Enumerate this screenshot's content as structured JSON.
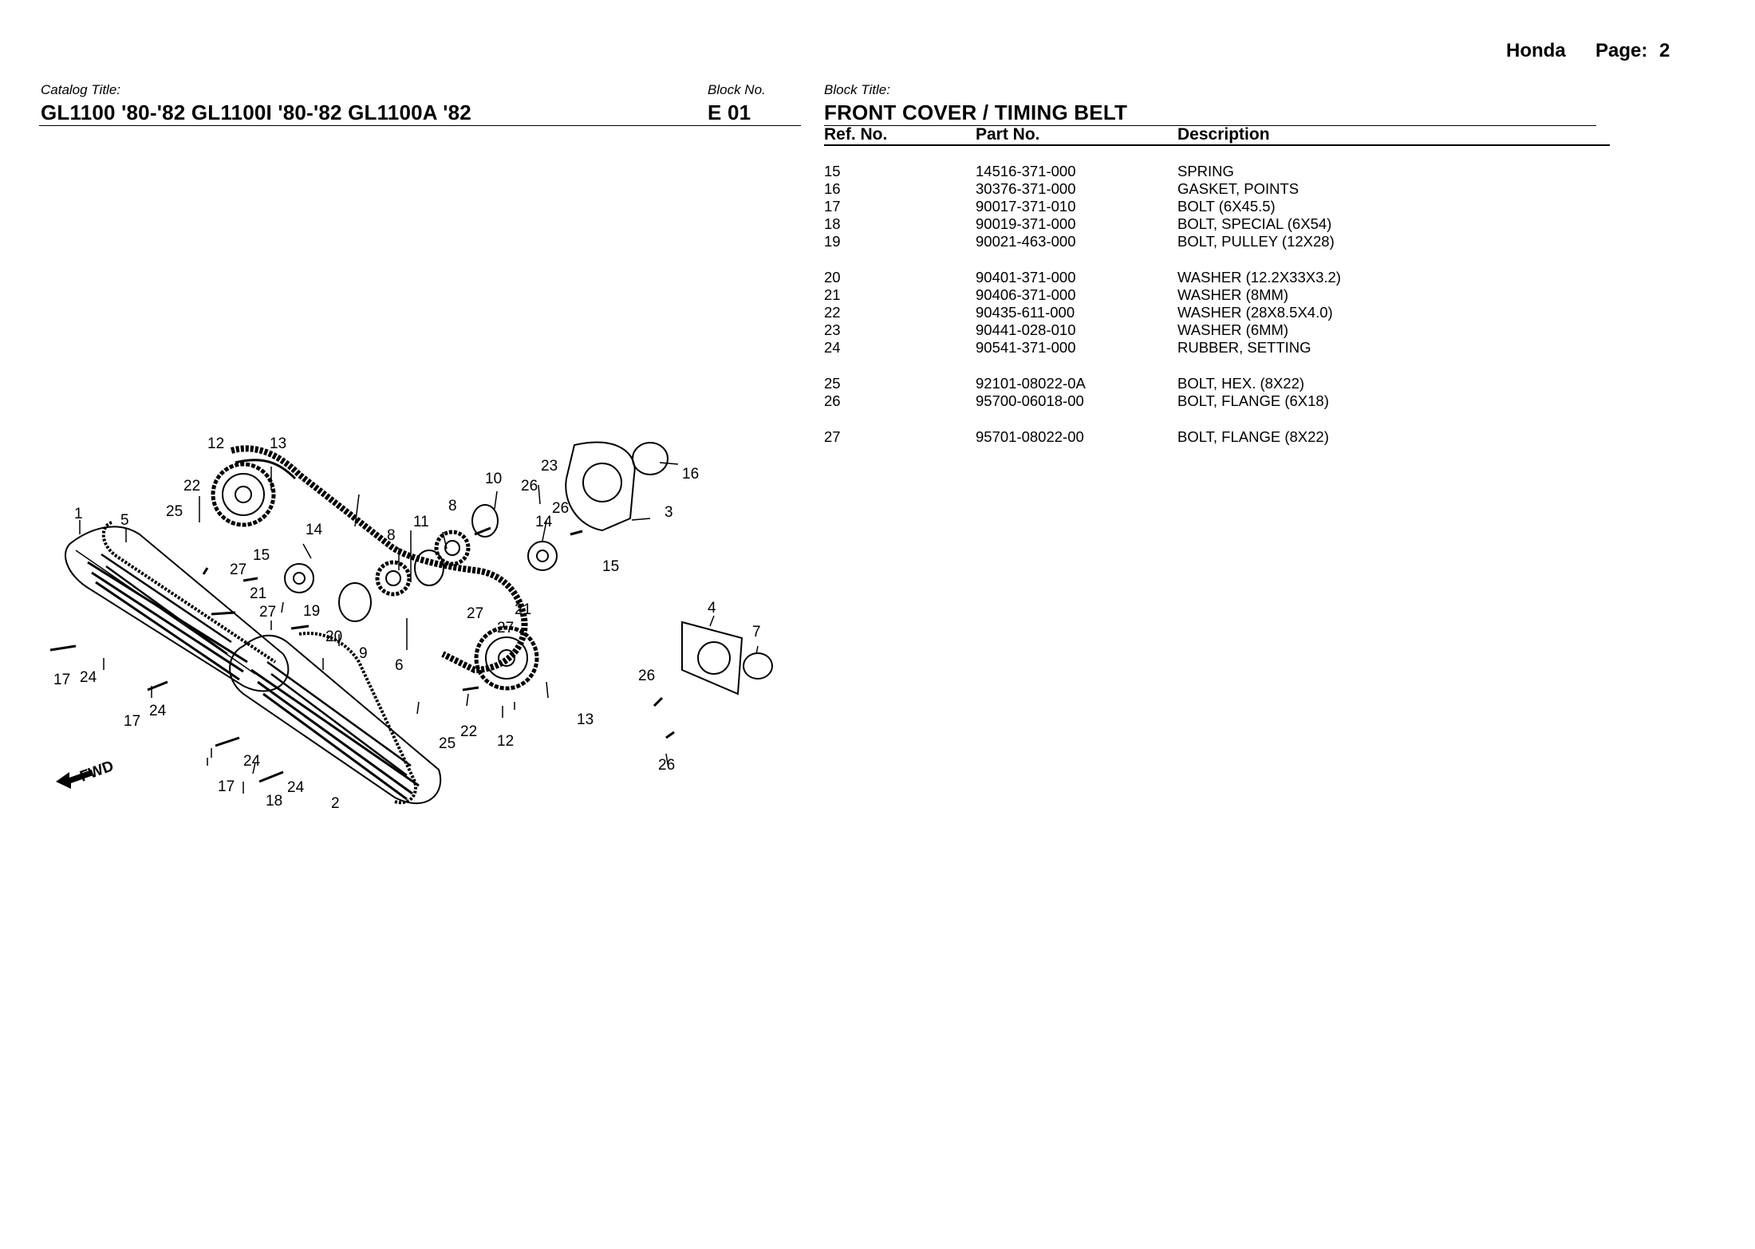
{
  "header": {
    "brand": "Honda",
    "page_label": "Page:",
    "page_number": "2"
  },
  "catalog": {
    "caption": "Catalog Title:",
    "title": "GL1100 '80-'82 GL1100I '80-'82 GL1100A '82"
  },
  "block_no": {
    "caption": "Block No.",
    "value": "E 01"
  },
  "block_title": {
    "caption": "Block Title:",
    "value": "FRONT COVER / TIMING BELT"
  },
  "table": {
    "headers": {
      "ref": "Ref. No.",
      "part": "Part No.",
      "desc": "Description"
    },
    "rows": [
      {
        "ref": "15",
        "part": "14516-371-000",
        "desc": "SPRING"
      },
      {
        "ref": "16",
        "part": "30376-371-000",
        "desc": "GASKET, POINTS"
      },
      {
        "ref": "17",
        "part": "90017-371-010",
        "desc": "BOLT (6X45.5)"
      },
      {
        "ref": "18",
        "part": "90019-371-000",
        "desc": "BOLT, SPECIAL (6X54)"
      },
      {
        "ref": "19",
        "part": "90021-463-000",
        "desc": "BOLT, PULLEY (12X28)"
      },
      {
        "ref": "20",
        "part": "90401-371-000",
        "desc": "WASHER (12.2X33X3.2)"
      },
      {
        "ref": "21",
        "part": "90406-371-000",
        "desc": "WASHER (8MM)"
      },
      {
        "ref": "22",
        "part": "90435-611-000",
        "desc": "WASHER (28X8.5X4.0)"
      },
      {
        "ref": "23",
        "part": "90441-028-010",
        "desc": "WASHER (6MM)"
      },
      {
        "ref": "24",
        "part": "90541-371-000",
        "desc": "RUBBER, SETTING"
      },
      {
        "ref": "25",
        "part": "92101-08022-0A",
        "desc": "BOLT, HEX. (8X22)"
      },
      {
        "ref": "26",
        "part": "95700-06018-00",
        "desc": "BOLT, FLANGE (6X18)"
      },
      {
        "ref": "27",
        "part": "95701-08022-00",
        "desc": "BOLT, FLANGE (8X22)"
      }
    ]
  },
  "diagram": {
    "callouts": [
      "1",
      "2",
      "3",
      "4",
      "5",
      "6",
      "7",
      "8",
      "8",
      "9",
      "10",
      "11",
      "12",
      "12",
      "13",
      "13",
      "14",
      "14",
      "15",
      "15",
      "16",
      "17",
      "17",
      "17",
      "18",
      "19",
      "20",
      "21",
      "21",
      "22",
      "22",
      "23",
      "24",
      "24",
      "24",
      "24",
      "25",
      "25",
      "26",
      "26",
      "26",
      "26",
      "27",
      "27",
      "27",
      "27"
    ],
    "fwd_label": "FWD"
  }
}
